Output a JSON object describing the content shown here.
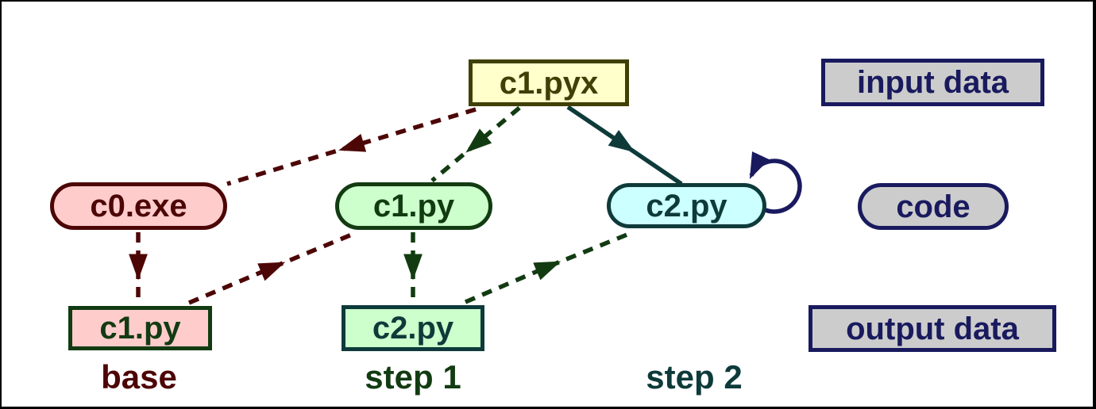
{
  "diagram": {
    "nodes": {
      "c1_pyx": {
        "label": "c1.pyx",
        "kind": "input data",
        "shape": "rect",
        "fill": "#ffffcc",
        "stroke": "#3f3f06"
      },
      "c0_exe": {
        "label": "c0.exe",
        "kind": "code",
        "shape": "pill",
        "fill": "#ffcccc",
        "stroke": "#4d0606"
      },
      "c1_py_code": {
        "label": "c1.py",
        "kind": "code",
        "shape": "pill",
        "fill": "#ccffcc",
        "stroke": "#123b12"
      },
      "c2_py_code": {
        "label": "c2.py",
        "kind": "code",
        "shape": "pill",
        "fill": "#ccffff",
        "stroke": "#0e3a3a"
      },
      "c1_py_out": {
        "label": "c1.py",
        "kind": "output data",
        "shape": "rect",
        "fill": "#ffcccc",
        "stroke": "#123b12"
      },
      "c2_py_out": {
        "label": "c2.py",
        "kind": "output data",
        "shape": "rect",
        "fill": "#ccffcc",
        "stroke": "#0e3a3a"
      }
    },
    "captions": {
      "base": "base",
      "step1": "step 1",
      "step2": "step 2"
    },
    "legend": {
      "input": "input data",
      "code": "code",
      "output": "output data"
    },
    "edges": [
      {
        "from": "c1.pyx",
        "to": "c0.exe",
        "style": "dashed",
        "color": "#4d0606"
      },
      {
        "from": "c1.pyx",
        "to": "c1.py (code)",
        "style": "dashed",
        "color": "#123b12"
      },
      {
        "from": "c1.pyx",
        "to": "c2.py (code)",
        "style": "solid",
        "color": "#0e3a3a"
      },
      {
        "from": "c0.exe",
        "to": "c1.py (output)",
        "style": "dashed",
        "color": "#4d0606"
      },
      {
        "from": "c1.py (output)",
        "to": "c1.py (code)",
        "style": "dashed",
        "color": "#4d0606"
      },
      {
        "from": "c1.py (code)",
        "to": "c2.py (output)",
        "style": "dashed",
        "color": "#123b12"
      },
      {
        "from": "c2.py (output)",
        "to": "c2.py (code)",
        "style": "dashed",
        "color": "#123b12"
      },
      {
        "from": "c2.py (code)",
        "to": "c2.py (code)",
        "style": "solid self-loop",
        "color": "#191a5e"
      }
    ],
    "colors": {
      "maroon": "#4d0606",
      "olive": "#3f3f06",
      "green": "#123b12",
      "teal": "#0e3a3a",
      "navy": "#191a5e",
      "fill_yellow": "#ffffcc",
      "fill_pink": "#ffcccc",
      "fill_green": "#ccffcc",
      "fill_cyan": "#ccffff",
      "fill_gray": "#cccccc",
      "background": "#ffffff",
      "frame": "#000000"
    }
  }
}
